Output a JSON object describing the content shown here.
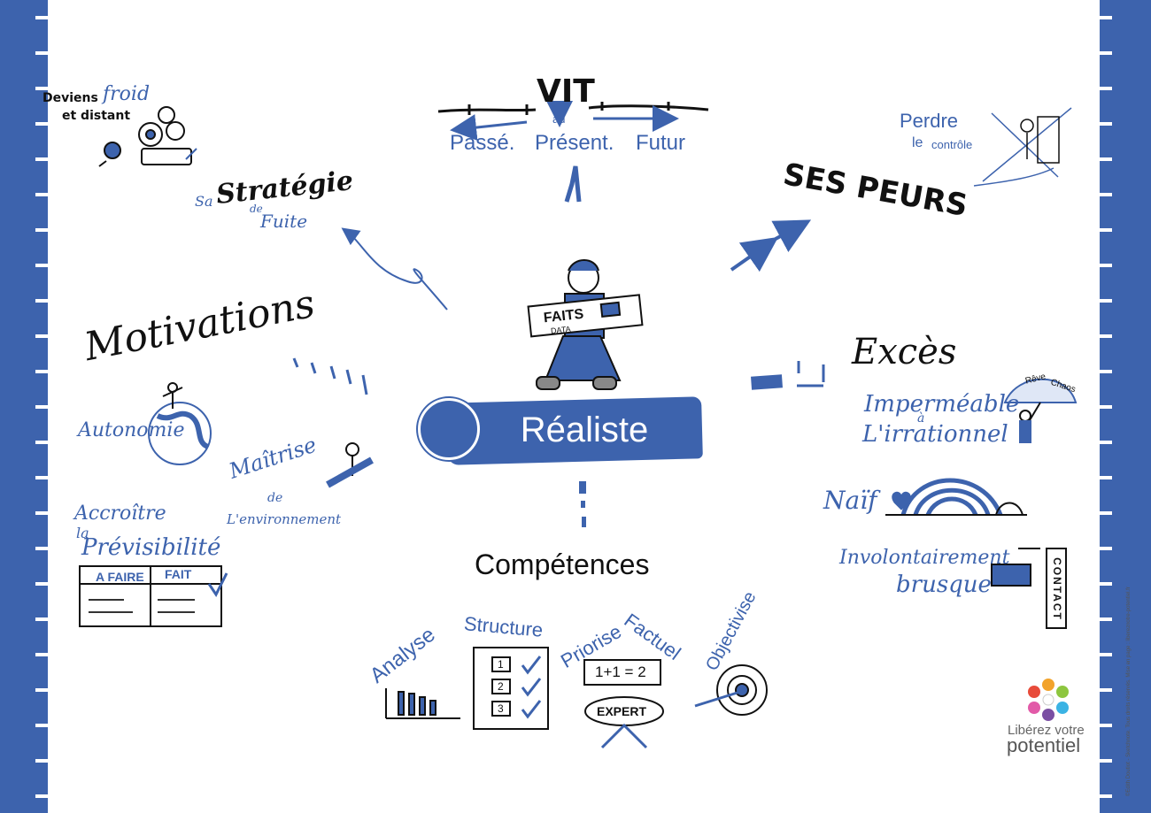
{
  "center": {
    "title": "Réaliste",
    "sign_text": "FAITS",
    "sign_subtext": "DATA"
  },
  "vit": {
    "title": "VIT",
    "connector": "au",
    "past": "Passé.",
    "present": "Présent.",
    "future": "Futur"
  },
  "strategie": {
    "prefix": "Sa",
    "title": "Stratégie",
    "connector": "de",
    "word": "Fuite",
    "example_pre": "Deviens",
    "example_highlight": "froid",
    "example_post": "et distant"
  },
  "peurs": {
    "title": "SES PEURS",
    "line1": "Perdre",
    "line2_pre": "le",
    "line2_word": "contrôle"
  },
  "motivations": {
    "title": "Motivations",
    "items": [
      "Autonomie",
      "Maîtrise",
      "de",
      "L'environnement",
      "Accroître",
      "la",
      "Prévisibilité"
    ],
    "table_headers": [
      "A FAIRE",
      "FAIT"
    ]
  },
  "exces": {
    "title": "Excès",
    "items": [
      "Imperméable",
      "à",
      "L'irrationnel",
      "Naïf",
      "Involontairement",
      "brusque"
    ],
    "umbrella_text": "Rêve",
    "umbrella_text2": "Chaos",
    "contact_text": "CONTACT"
  },
  "competences": {
    "title": "Compétences",
    "items": [
      "Analyse",
      "Structure",
      "Priorise",
      "Factuel",
      "Objectivise"
    ],
    "equation": "1+1 = 2",
    "badge": "EXPERT",
    "list_numbers": [
      "1",
      "2",
      "3"
    ]
  },
  "logo": {
    "line1": "Libérez votre",
    "line2": "potentiel"
  },
  "copyright": "©Edith Doutiot - Sketchnote. Tous droits réservés. Mise en page : libereznotre-potentiel.fr",
  "colors": {
    "accent": "#3d63ad",
    "ink": "#111111"
  }
}
